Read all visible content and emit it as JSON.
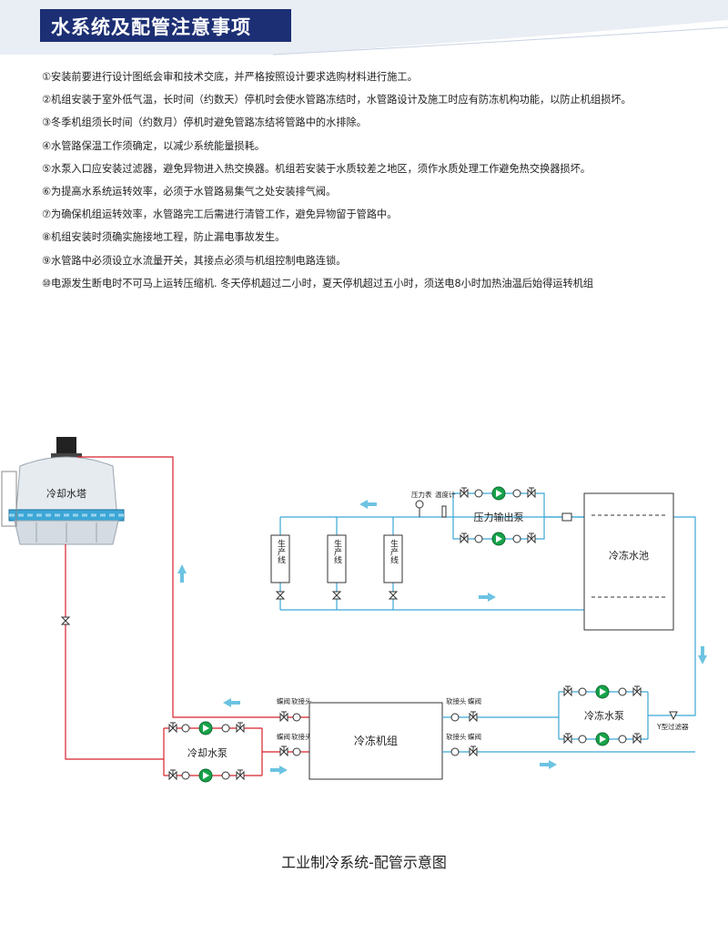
{
  "title": "水系统及配管注意事项",
  "notes": [
    "①安装前要进行设计图纸会审和技术交底，并严格按照设计要求选购材料进行施工。",
    "②机组安装于室外低气温，长时间（约数天）停机时会使水管路冻结时，水管路设计及施工时应有防冻机构功能，以防止机组损坏。",
    "③冬季机组须长时间（约数月）停机时避免管路冻结将管路中的水排除。",
    "④水管路保温工作须确定，以减少系统能量损耗。",
    "⑤水泵入口应安装过滤器，避免异物进入热交换器。机组若安装于水质较差之地区，须作水质处理工作避免热交换器损坏。",
    "⑥为提高水系统运转效率，必须于水管路易集气之处安装排气阀。",
    "⑦为确保机组运转效率，水管路完工后需进行清管工作，避免异物留于管路中。",
    "⑧机组安装时须确实施接地工程，防止漏电事故发生。",
    "⑨水管路中必须设立水流量开关，其接点必须与机组控制电路连锁。",
    "⑩电源发生断电时不可马上运转压缩机. 冬天停机超过二小时，夏天停机超过五小时，须送电8小时加热油温后始得运转机组"
  ],
  "diagram": {
    "cooling_tower": "冷却水塔",
    "chiller_unit": "冷冻机组",
    "cooling_pump": "冷却水泵",
    "chilled_pump": "冷冻水泵",
    "output_pump": "压力输出泵",
    "tank": "冷冻水池",
    "production_lines": [
      "生产线",
      "生产线",
      "生产线"
    ],
    "pressure_gauge": "压力表",
    "thermometer": "温度计",
    "butterfly_valve": "蝶阀",
    "soft_joint": "软接头",
    "y_filter": "Y型过滤器"
  },
  "caption": "工业制冷系统-配管示意图",
  "colors": {
    "title_bg": "#1c2f74",
    "red_pipe": "#d8202b",
    "blue_pipe": "#3ba7d6",
    "pump_green": "#17a34a"
  }
}
